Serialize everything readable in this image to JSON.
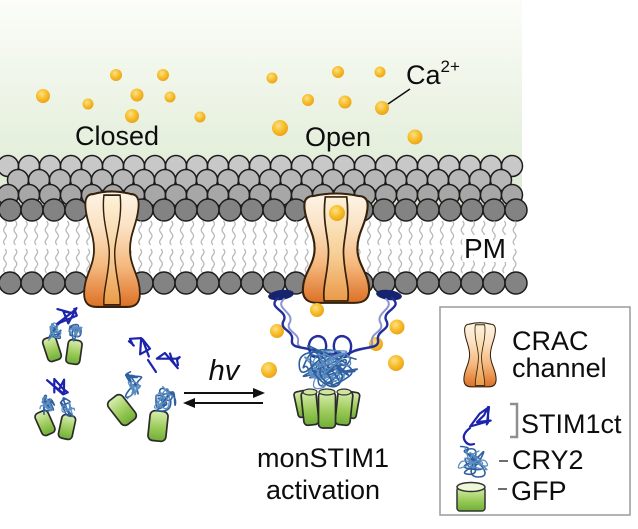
{
  "figure": {
    "labels": {
      "closed": "Closed",
      "open": "Open",
      "ca": "Ca",
      "ca_sup": "2+",
      "pm": "PM",
      "hv": "hv",
      "activation_line1": "monSTIM1",
      "activation_line2": "activation"
    },
    "legend": {
      "items": [
        {
          "name": "crac-channel",
          "label_line1": "CRAC",
          "label_line2": "channel"
        },
        {
          "name": "stim1ct",
          "label": "STIM1ct"
        },
        {
          "name": "cry2",
          "label": "CRY2"
        },
        {
          "name": "gfp",
          "label": "GFP"
        }
      ]
    },
    "colors": {
      "extracellular_top": "#fcfdf9",
      "extracellular_bottom": "#dbe9d0",
      "ca_ion_light": "#fce088",
      "ca_ion_mid": "#f7bf2b",
      "ca_ion_dark": "#e69511",
      "membrane_head_dark": "#838383",
      "membrane_head_light": "#c8c8c8",
      "membrane_tail": "#b9b9b9",
      "channel_light": "#fdf4e6",
      "channel_dark": "#dc7026",
      "cry2_blue": "#2e5f9f",
      "stim1_navy": "#1c23ac",
      "gfp_green": "#6fae36",
      "legend_border": "#9b9b9b"
    },
    "ca_ions": {
      "extracellular_closed_side": [
        [
          43,
          96,
          7
        ],
        [
          88,
          104,
          5.5
        ],
        [
          116,
          75,
          6
        ],
        [
          137,
          95,
          6.5
        ],
        [
          132,
          116,
          7
        ],
        [
          163,
          75,
          6
        ],
        [
          170,
          97,
          5.5
        ],
        [
          200,
          117,
          5.5
        ]
      ],
      "extracellular_open_side": [
        [
          272,
          78,
          5.5
        ],
        [
          308,
          100,
          6
        ],
        [
          338,
          72,
          6
        ],
        [
          345,
          102,
          6.5
        ],
        [
          380,
          72,
          5.5
        ],
        [
          382,
          108,
          7
        ],
        [
          280,
          128,
          8
        ],
        [
          415,
          137,
          7.5
        ]
      ],
      "in_channel": [
        [
          337,
          213,
          8
        ]
      ],
      "intracellular": [
        [
          317,
          310,
          7
        ],
        [
          277,
          331,
          7
        ],
        [
          397,
          327,
          7.5
        ],
        [
          376,
          344,
          7
        ],
        [
          396,
          363,
          8
        ],
        [
          269,
          370,
          8
        ]
      ]
    }
  }
}
